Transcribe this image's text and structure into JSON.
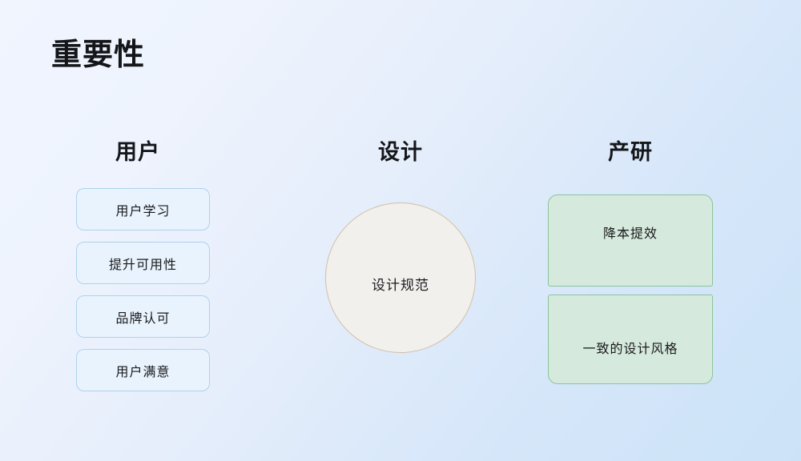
{
  "slide": {
    "title": "重要性",
    "background": {
      "gradient_from": "#f0f5fe",
      "gradient_to": "#cbe3f8"
    }
  },
  "columns": {
    "user": {
      "header": "用户",
      "accent_fill": "#e9f3fd",
      "accent_border": "#aed2ef",
      "items": [
        {
          "label": "用户学习"
        },
        {
          "label": "提升可用性"
        },
        {
          "label": "品牌认可"
        },
        {
          "label": "用户满意"
        }
      ]
    },
    "design": {
      "header": "设计",
      "accent_fill": "#f2f0ec",
      "accent_border": "#d2bfa7",
      "circle_label": "设计规范"
    },
    "dev": {
      "header": "产研",
      "accent_fill": "#d6e9dd",
      "accent_border": "#8cc49a",
      "items": [
        {
          "label": "降本提效"
        },
        {
          "label": "一致的设计风格"
        }
      ]
    }
  }
}
